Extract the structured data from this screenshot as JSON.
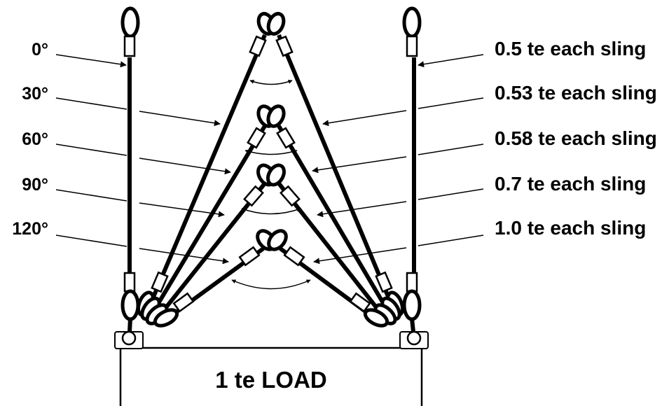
{
  "diagram": {
    "angle_labels": [
      "0°",
      "30°",
      "60°",
      "90°",
      "120°"
    ],
    "load_labels": [
      "0.5 te each sling",
      "0.53 te each sling",
      "0.58 te each sling",
      "0.7 te each sling",
      "1.0 te each sling"
    ],
    "load_title": "1 te LOAD"
  },
  "colors": {
    "ink": "#000000",
    "paper": "#ffffff"
  }
}
